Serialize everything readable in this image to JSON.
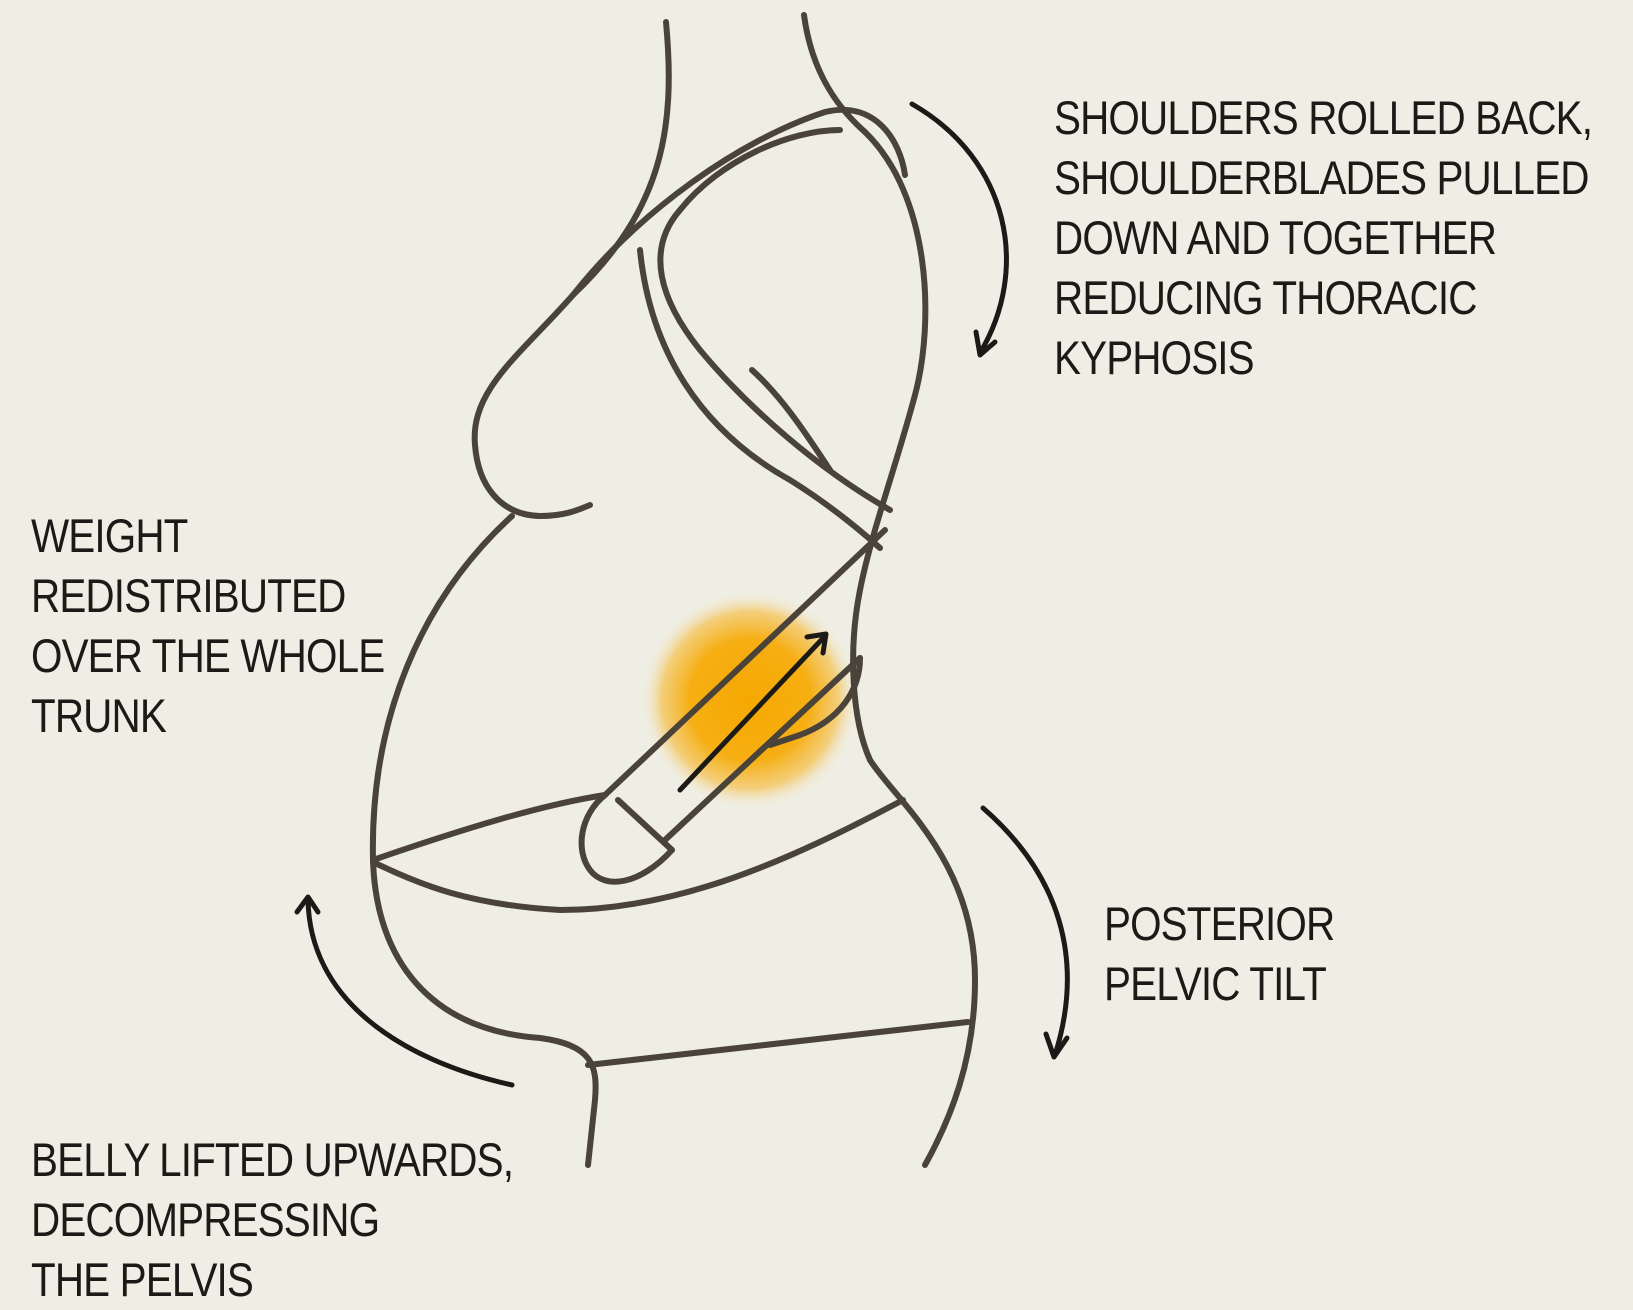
{
  "colors": {
    "background": "#efeee4",
    "outline": "#4a433a",
    "arrow": "#1c1a16",
    "glow": "#f5a800",
    "text": "#1c1a16"
  },
  "annotations": {
    "shoulders": {
      "lines": [
        "SHOULDERS ROLLED BACK,",
        "SHOULDERBLADES PULLED",
        "DOWN AND TOGETHER",
        "REDUCING THORACIC",
        "KYPHOSIS"
      ]
    },
    "weight": {
      "lines": [
        "WEIGHT",
        "REDISTRIBUTED",
        "OVER THE WHOLE",
        "TRUNK"
      ]
    },
    "pelvic": {
      "lines": [
        "POSTERIOR",
        "PELVIC TILT"
      ]
    },
    "belly": {
      "lines": [
        "BELLY LIFTED UPWARDS,",
        "DECOMPRESSING",
        "THE PELVIS"
      ]
    }
  }
}
